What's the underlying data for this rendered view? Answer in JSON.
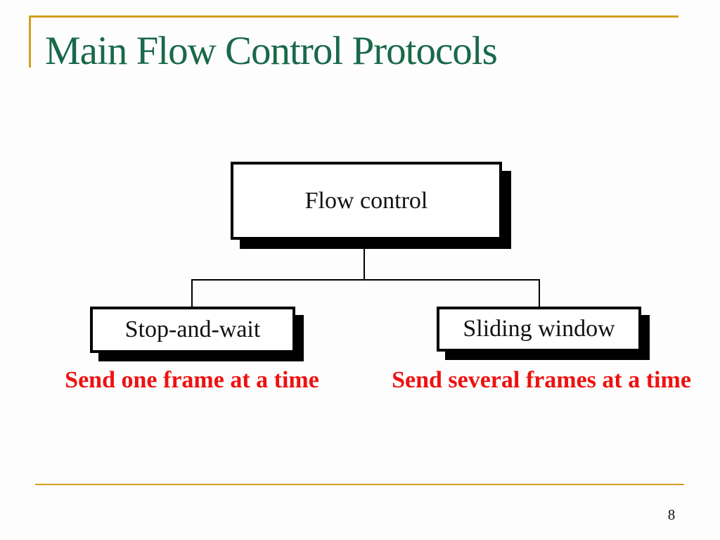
{
  "slide": {
    "title": "Main Flow Control Protocols",
    "page_number": "8",
    "colors": {
      "title_green": "#19694a",
      "accent_gold": "#d2a01e",
      "caption_red": "#ee1111",
      "box_border": "#000000",
      "box_fill": "#ffffff",
      "background": "#fdfdfd"
    }
  },
  "diagram": {
    "root": {
      "label": "Flow control"
    },
    "children": [
      {
        "label": "Stop-and-wait",
        "caption": "Send one frame at a time"
      },
      {
        "label": "Sliding window",
        "caption": "Send several frames at a time"
      }
    ]
  }
}
